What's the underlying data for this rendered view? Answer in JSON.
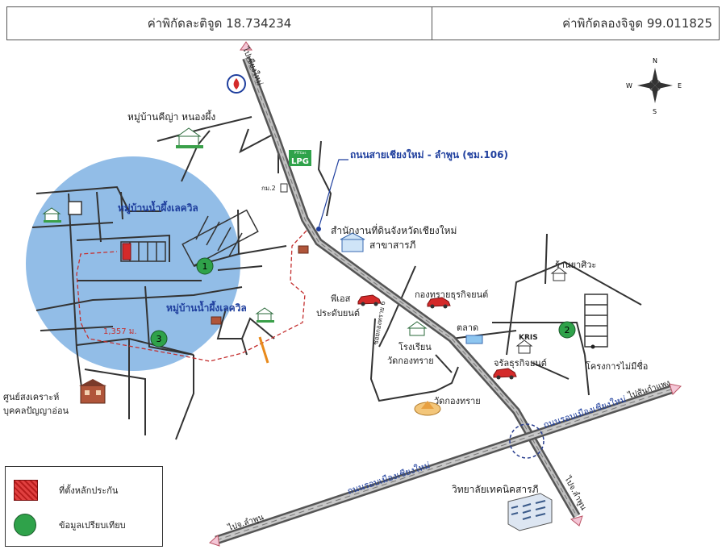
{
  "header": {
    "latitude": "ค่าพิกัดละติจูด 18.734234",
    "longitude": "ค่าพิกัดลองจิจูด 99.011825"
  },
  "compass": {
    "n": "N",
    "e": "E",
    "s": "S",
    "w": "W"
  },
  "roads": {
    "main_road": "ถนนสายเชียงใหม่ - ลำพูน (ชม.106)",
    "to_chiangmai": "ไปเชียงใหม่",
    "to_lamphun_bottom": "ไปจ.ลำพูน",
    "to_lamphun_left": "ไปจ.ลำพูน",
    "to_sankamphaeng": "ไปสันกำแพง",
    "ring_road_upper": "ถนนรอบเมืองเชียงใหม่",
    "ring_road_lower": "ถนนรอบเมืองเชียงใหม่",
    "soi_label": "ซอยกองทราย 6",
    "km_marker": "กม.2",
    "distance": "1,357 ม."
  },
  "places": {
    "village_kia": "หมู่บ้านคีญ่า หนองผึ้ง",
    "village_upper": "หมู่บ้านน้ำผึ้งเลควิล",
    "village_lower": "หมู่บ้านน้ำผึ้งเลควิล",
    "lpg_small": "PTTGas",
    "lpg": "LPG",
    "land_office_1": "สำนักงานที่ดินจังหวัดเชียงใหม่",
    "land_office_2": "สาขาสารภี",
    "shop_pharmacy": "ร้านยาศิวะ",
    "pe_1": "พีเอส",
    "pe_2": "ประดับยนต์",
    "kongsai_business": "กองทรายธุรกิจยนต์",
    "school_1": "โรงเรียน",
    "school_2": "วัดกองทราย",
    "market": "ตลาด",
    "kris": "KRIS",
    "jaran": "จรัลธุรกิจยนต์",
    "unnamed_project": "โครงการไม่มีชื่อ",
    "temple": "วัดกองทราย",
    "welfare_1": "ศูนย์สงเคราะห์",
    "welfare_2": "บุคคลปัญญาอ่อน",
    "college": "วิทยาลัยเทคนิคสารภี"
  },
  "markers": {
    "m1": "1",
    "m2": "2",
    "m3": "3"
  },
  "legend": {
    "collateral": "ที่ตั้งหลักประกัน",
    "comparison": "ข้อมูลเปรียบเทียบ"
  },
  "colors": {
    "radius_fill": "#7fb2e3",
    "main_road": "#555555",
    "road_label": "#1f3f9e",
    "marker_green": "#2fa24a",
    "collateral_red": "#d42a2a",
    "distance_red": "#c43030"
  }
}
